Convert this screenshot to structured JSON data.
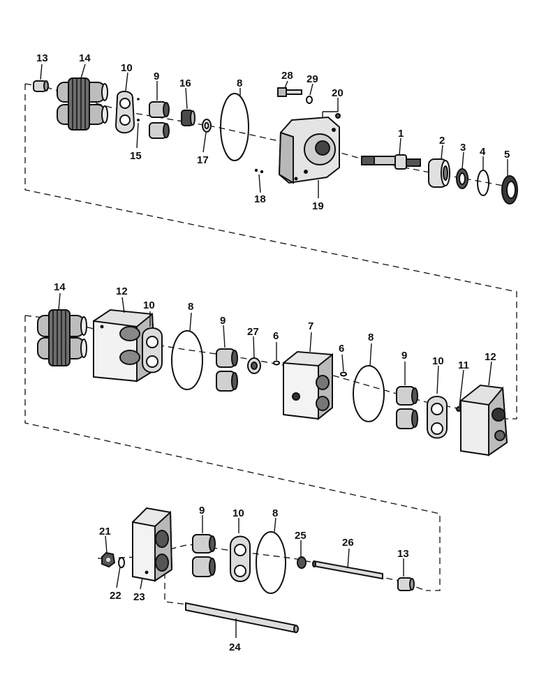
{
  "colors": {
    "ink": "#111111",
    "paper": "#ffffff",
    "shade": "#9a9a9a",
    "dark": "#3a3a3a"
  },
  "callouts": {
    "row1": [
      "13",
      "14",
      "10",
      "9",
      "16",
      "8",
      "28",
      "29",
      "20",
      "1",
      "2",
      "3",
      "4",
      "5",
      "15",
      "17",
      "18",
      "19"
    ],
    "row2": [
      "14",
      "12",
      "10",
      "8",
      "9",
      "27",
      "6",
      "7",
      "6",
      "8",
      "9",
      "10",
      "11",
      "12"
    ],
    "row3": [
      "21",
      "22",
      "23",
      "9",
      "10",
      "8",
      "25",
      "26",
      "13",
      "24"
    ]
  }
}
